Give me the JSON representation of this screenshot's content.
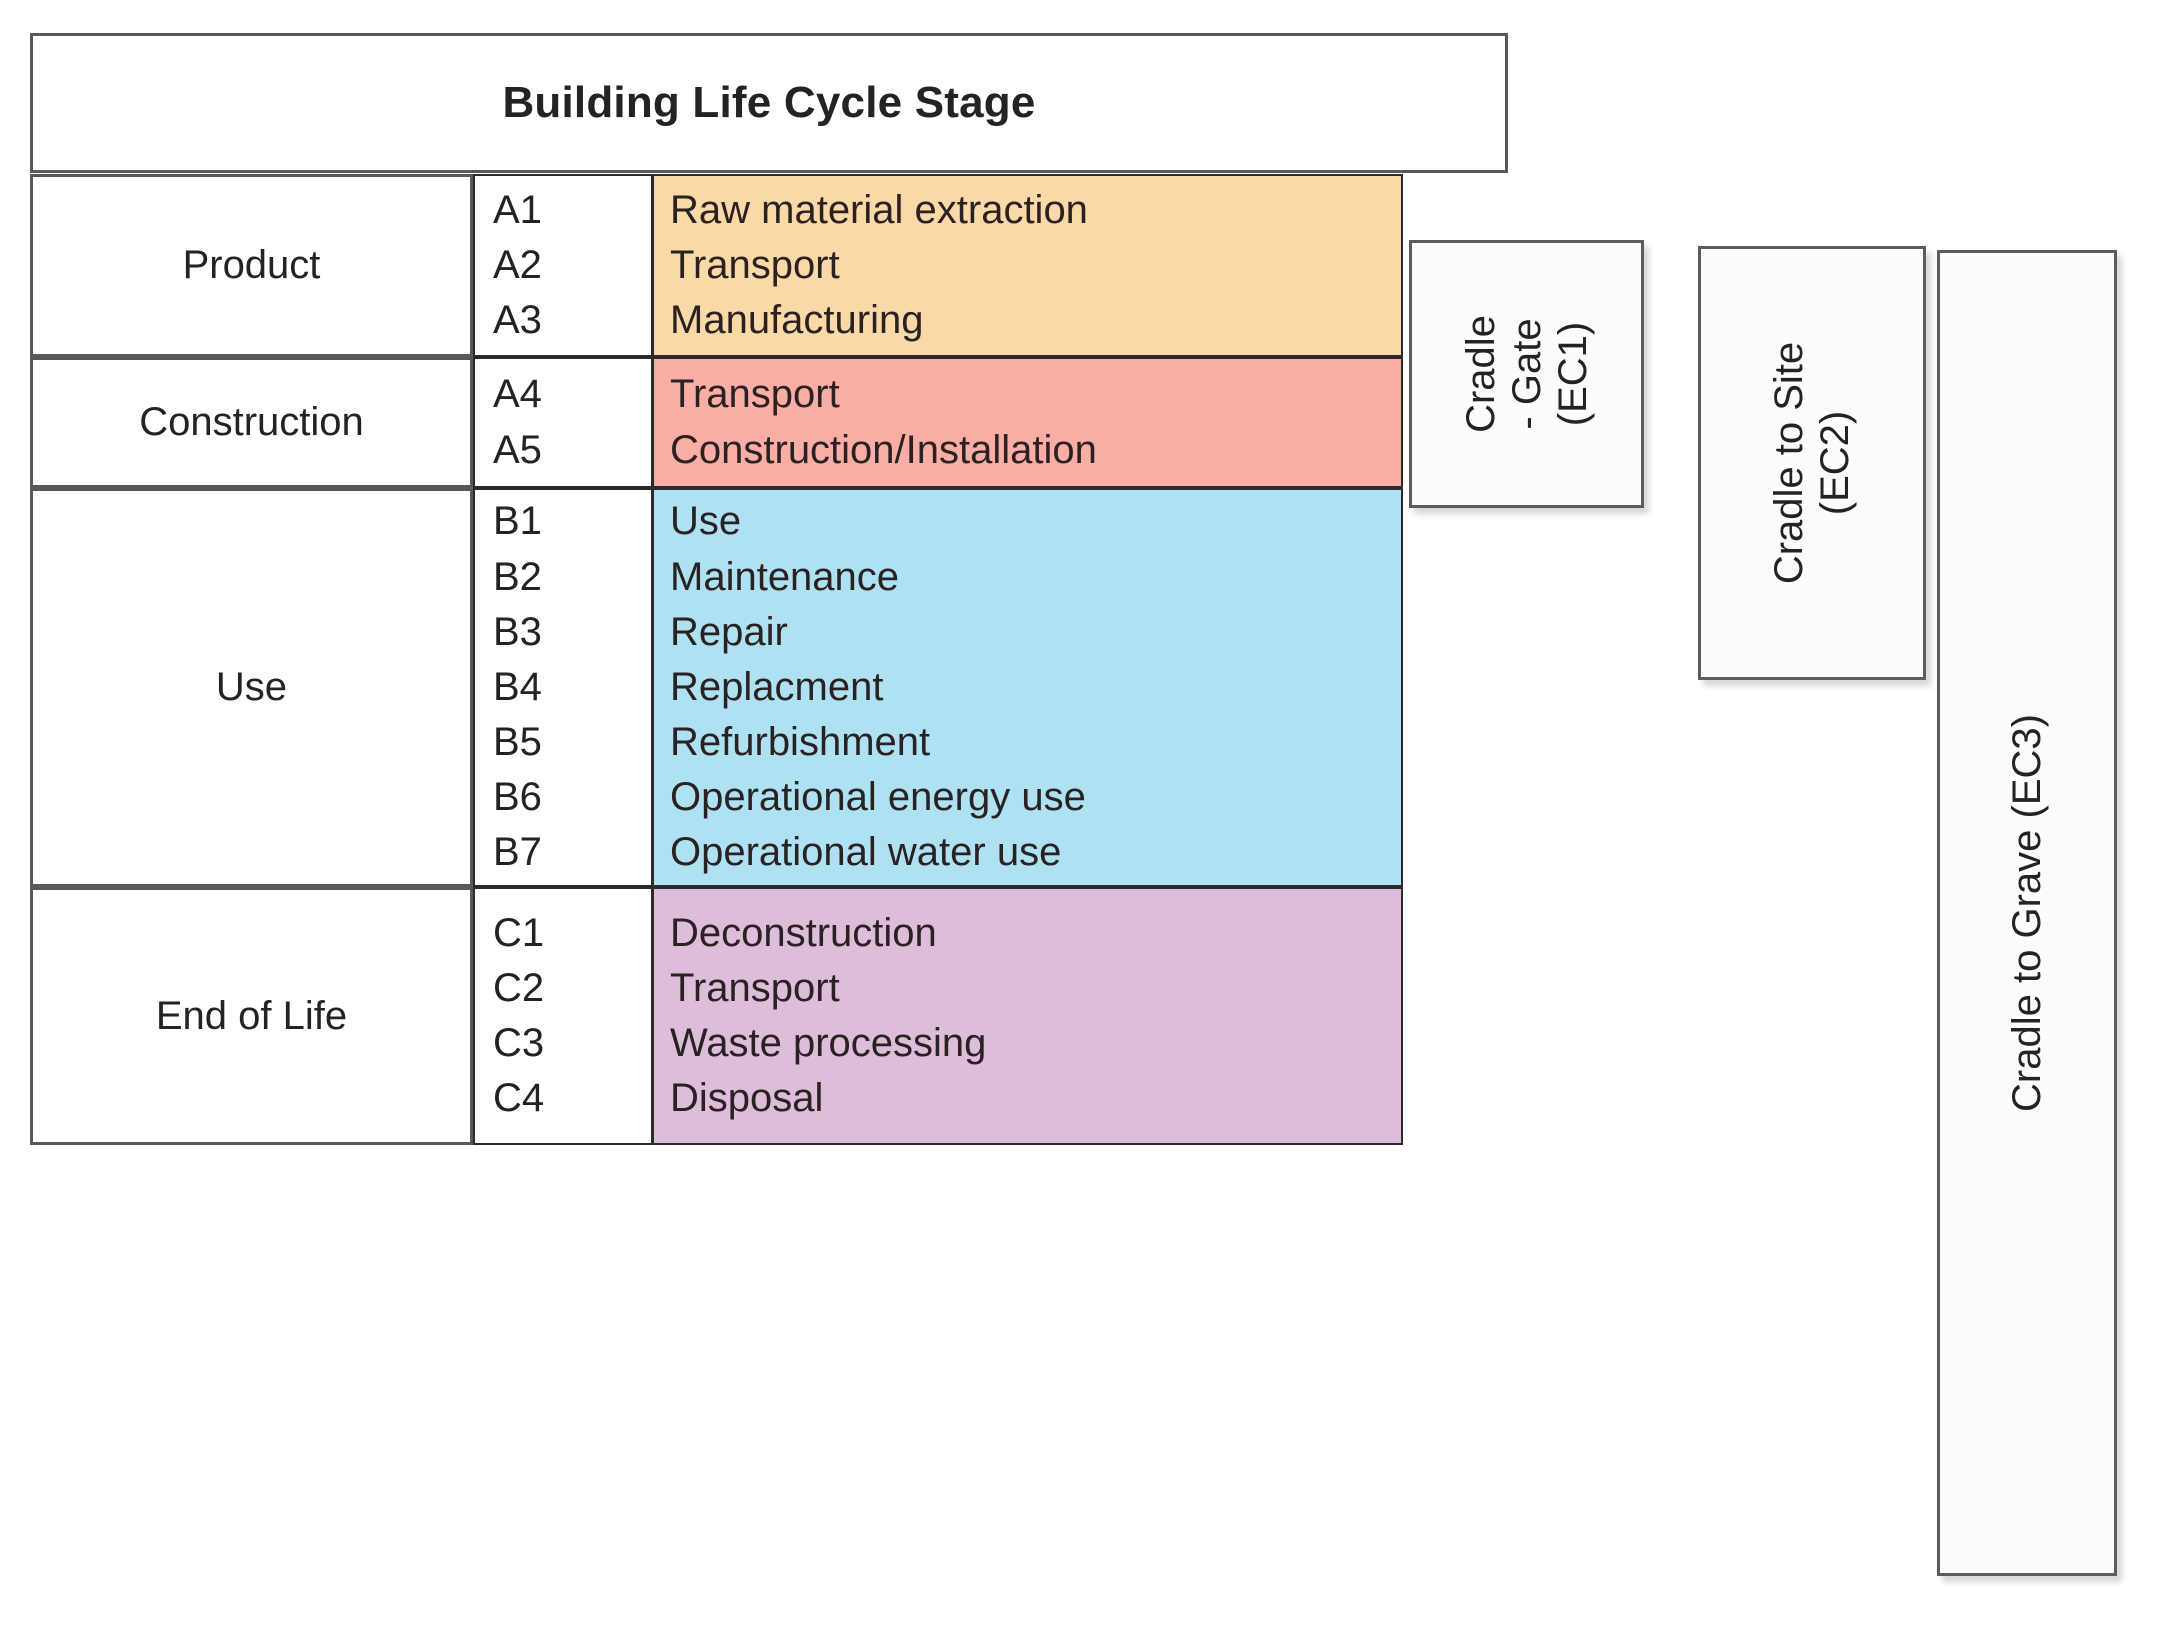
{
  "title": "Building Life Cycle Stage",
  "colors": {
    "product": "#FBD9A6",
    "construction": "#FAADA5",
    "use": "#AEE2F2",
    "end_of_life": "#DDBDD9",
    "frame": "#595959",
    "cell_border": "#2B2B2B",
    "text": "#232323"
  },
  "stages": [
    {
      "name": "Product",
      "color_key": "product",
      "codes": [
        "A1",
        "A2",
        "A3"
      ],
      "activities": [
        "Raw material extraction",
        "Transport",
        "Manufacturing"
      ]
    },
    {
      "name": "Construction",
      "color_key": "construction",
      "codes": [
        "A4",
        "A5"
      ],
      "activities": [
        "Transport",
        "Construction/Installation"
      ]
    },
    {
      "name": "Use",
      "color_key": "use",
      "codes": [
        "B1",
        "B2",
        "B3",
        "B4",
        "B5",
        "B6",
        "B7"
      ],
      "activities": [
        "Use",
        "Maintenance",
        "Repair",
        "Replacment",
        "Refurbishment",
        "Operational energy use",
        "Operational water use"
      ]
    },
    {
      "name": "End of Life",
      "color_key": "end_of_life",
      "codes": [
        "C1",
        "C2",
        "C3",
        "C4"
      ],
      "activities": [
        "Deconstruction",
        "Transport",
        "Waste processing",
        "Disposal"
      ]
    }
  ],
  "scopes": [
    {
      "id": "ec1",
      "lines": [
        "Cradle",
        "- Gate",
        "(EC1)"
      ],
      "full": "Cradle - Gate (EC1)"
    },
    {
      "id": "ec2",
      "lines": [
        "Cradle to Site",
        "(EC2)"
      ],
      "full": "Cradle to Site (EC2)"
    },
    {
      "id": "ec3",
      "lines": [
        "Cradle to Grave (EC3)"
      ],
      "full": "Cradle to Grave (EC3)"
    }
  ]
}
